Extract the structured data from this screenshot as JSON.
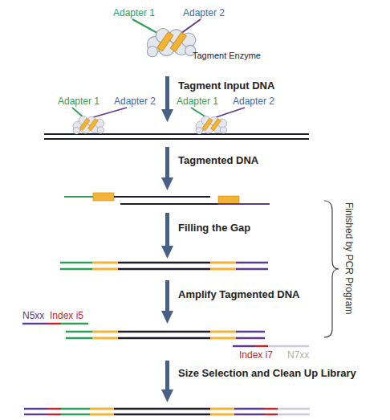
{
  "diagram": {
    "labels": [
      "Adapter 1",
      "Adapter 2",
      "Tagment Enzyme",
      "Tagment Input DNA",
      "Adapter 1",
      "Adapter 2",
      "Adapter 1",
      "Adapter 2",
      "Tagmented DNA",
      "Finished by PCR Program",
      "Filling the Gap",
      "Amplify Tagmented DNA",
      "N5xx",
      "Index i5",
      "Index i7",
      "N7xx",
      "Size Selection and Clean Up Library"
    ]
  }
}
